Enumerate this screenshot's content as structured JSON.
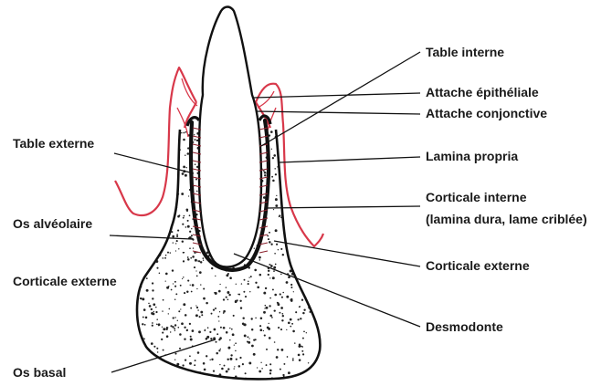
{
  "colors": {
    "ink": "#111111",
    "gum": "#d8384a",
    "background": "#ffffff"
  },
  "labels": {
    "table_interne": "Table interne",
    "attache_epitheliale": "Attache épithéliale",
    "attache_conjonctive": "Attache conjonctive",
    "lamina_propria": "Lamina propria",
    "corticale_interne": "Corticale interne",
    "corticale_interne_detail": "(lamina dura, lame criblée)",
    "corticale_externe_right": "Corticale externe",
    "desmodonte": "Desmodonte",
    "table_externe": "Table externe",
    "os_alveolaire": "Os alvéolaire",
    "corticale_externe_left": "Corticale externe",
    "os_basal": "Os basal"
  }
}
